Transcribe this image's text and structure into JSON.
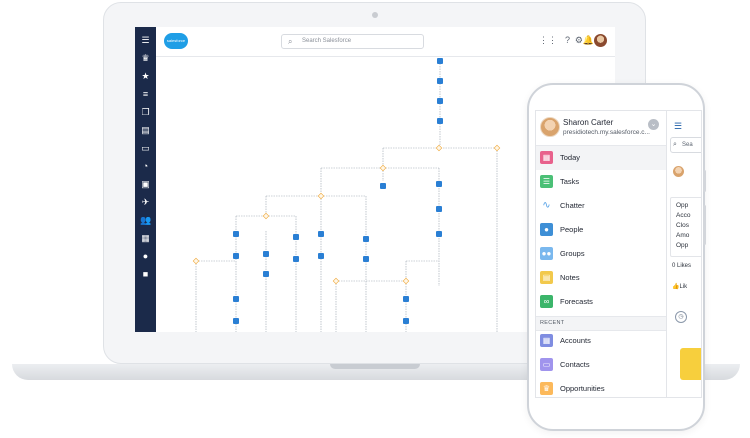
{
  "laptop": {
    "search": {
      "placeholder": "Search Salesforce"
    },
    "brand": {
      "logo_text": "salesforce"
    },
    "side_nav_icons": [
      "menu-icon",
      "crown-icon",
      "star-icon",
      "checklist-icon",
      "copy-icon",
      "building-icon",
      "id-card-icon",
      "gauge-icon",
      "clipboard-icon",
      "plane-icon",
      "people-icon",
      "calendar-icon",
      "person-icon",
      "briefcase-icon"
    ]
  },
  "phone": {
    "profile": {
      "name": "Sharon Carter",
      "url": "presidiotech.my.salesforce.c..."
    },
    "menu": [
      {
        "label": "Today",
        "icon": "calendar-icon",
        "color": "#e8618c"
      },
      {
        "label": "Tasks",
        "icon": "tasks-icon",
        "color": "#4bc076"
      },
      {
        "label": "Chatter",
        "icon": "pulse-icon",
        "color": "#54a0e6"
      },
      {
        "label": "People",
        "icon": "person-icon",
        "color": "#3e8fd6"
      },
      {
        "label": "Groups",
        "icon": "groups-icon",
        "color": "#7ab8ee"
      },
      {
        "label": "Notes",
        "icon": "notes-icon",
        "color": "#f2c94c"
      },
      {
        "label": "Forecasts",
        "icon": "binoculars-icon",
        "color": "#3bb56a"
      }
    ],
    "recent_header": "RECENT",
    "recent": [
      {
        "label": "Accounts",
        "icon": "accounts-icon",
        "color": "#7f8de1"
      },
      {
        "label": "Contacts",
        "icon": "contacts-icon",
        "color": "#a094ed"
      },
      {
        "label": "Opportunities",
        "icon": "crown-icon",
        "color": "#fcb95b"
      }
    ],
    "peek": {
      "search_text": "Sea",
      "lines": [
        "Opp",
        "Acco",
        "Clos",
        "Amo",
        "Opp"
      ],
      "likes_text": "0 Likes",
      "like_text": "Lik"
    }
  }
}
